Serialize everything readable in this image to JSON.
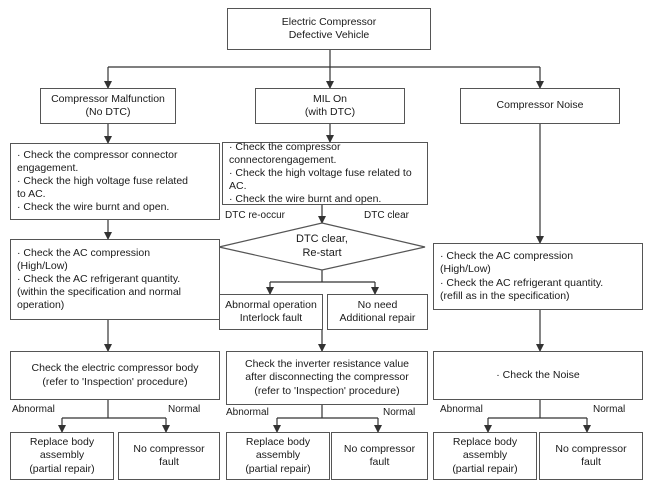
{
  "top": {
    "text": "Electric Compressor\nDefective Vehicle"
  },
  "branches": {
    "left": "Compressor Malfunction\n(No DTC)",
    "middle": "MIL On\n(with DTC)",
    "right": "Compressor Noise"
  },
  "left_column": {
    "check1": "· Check the compressor connector\n  engagement.\n· Check the high voltage fuse related\n  to AC.\n· Check the wire burnt and open.",
    "check2": "· Check the AC compression\n  (High/Low)\n· Check the AC refrigerant quantity.\n  (within the specification and normal\n  operation)",
    "body": "Check the electric compressor body\n(refer to 'Inspection' procedure)",
    "abnormal": "Abnormal",
    "normal": "Normal",
    "replace": "Replace body\nassembly\n(partial repair)",
    "nofault": "No compressor\nfault"
  },
  "middle_column": {
    "check1": "· Check the compressor\n  connectorengagement.\n· Check the high voltage fuse related to AC.\n· Check the wire burnt and open.",
    "dtc_reoccur": "DTC re-occur",
    "dtc_clear": "DTC clear",
    "diamond": "DTC clear,\nRe-start",
    "abnormal_op": "Abnormal operation\nInterlock fault",
    "no_need": "No need\nAdditional repair",
    "inverter": "Check the inverter resistance value\nafter disconnecting the compressor\n(refer to 'Inspection' procedure)",
    "abnormal": "Abnormal",
    "normal": "Normal",
    "replace": "Replace body\nassembly\n(partial repair)",
    "nofault": "No compressor\nfault"
  },
  "right_column": {
    "check1": "· Check the AC compression\n  (High/Low)\n· Check the AC refrigerant quantity.\n  (refill as in the specification)",
    "noise": "· Check the Noise",
    "abnormal": "Abnormal",
    "normal": "Normal",
    "replace": "Replace body\nassembly\n(partial repair)",
    "nofault": "No compressor\nfault"
  }
}
